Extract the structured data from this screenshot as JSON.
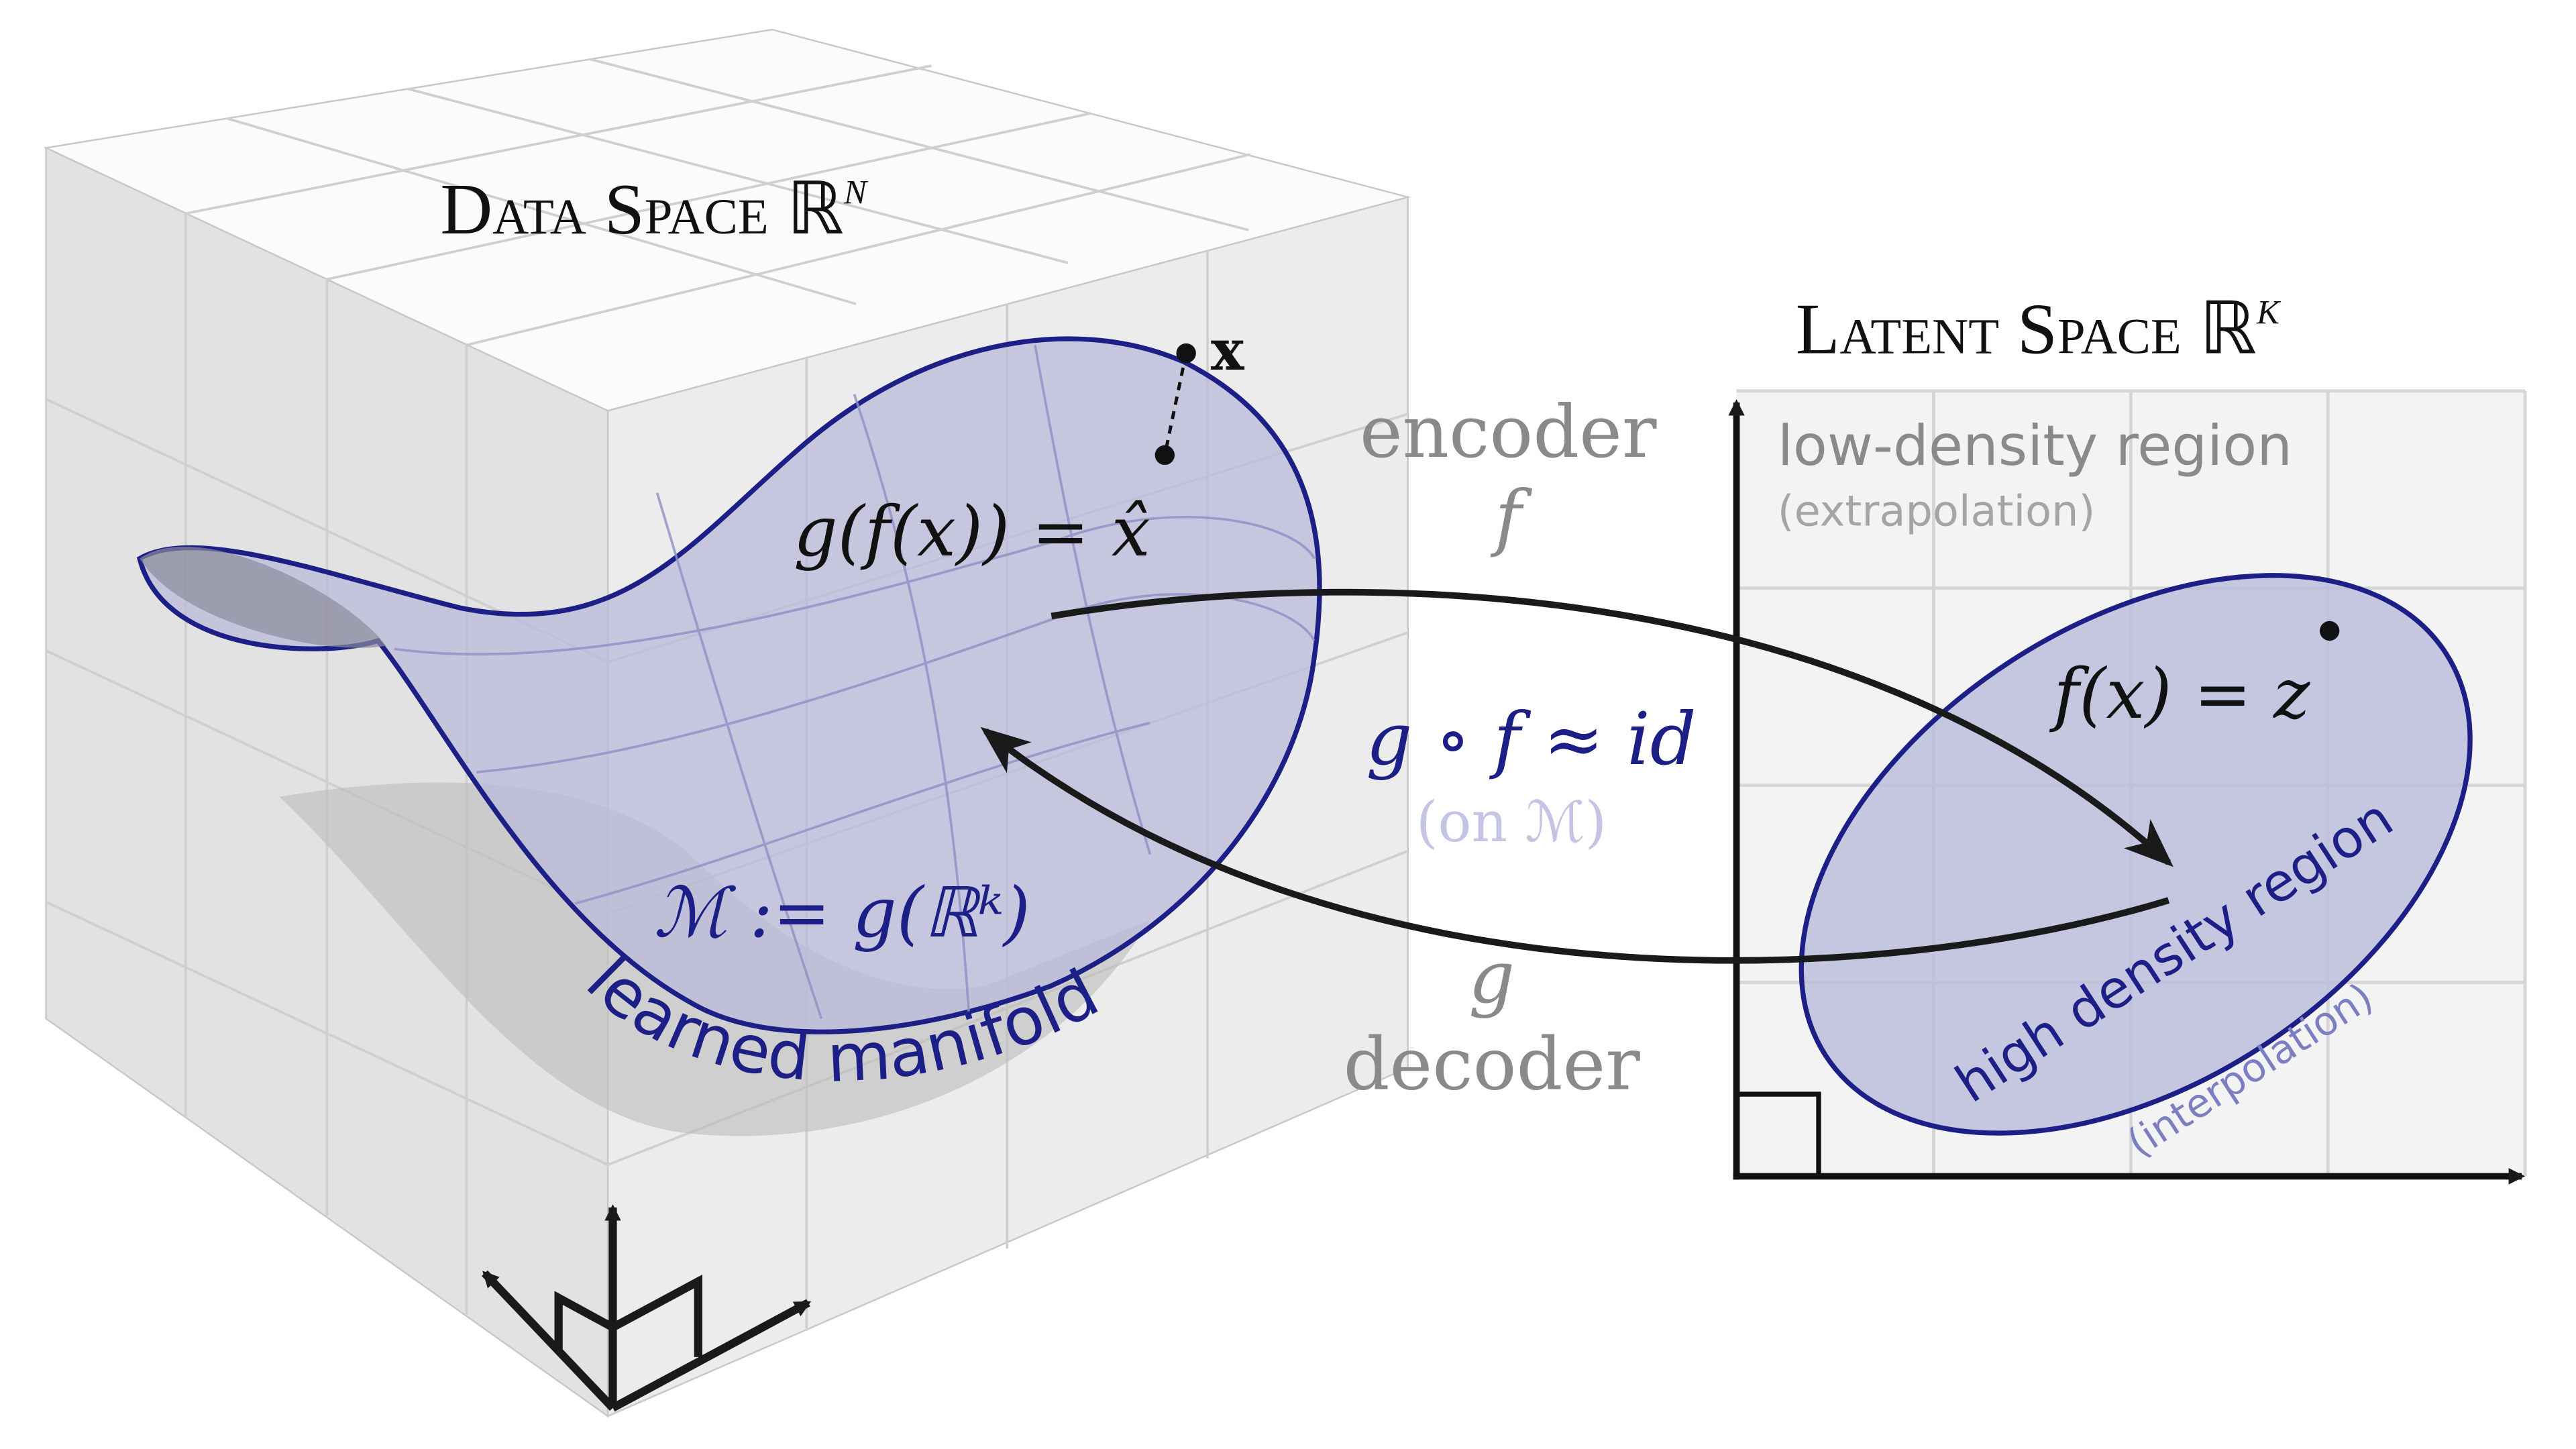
{
  "data_space": {
    "title": "Data Space",
    "symbol": "ℝ",
    "exponent": "n"
  },
  "latent_space": {
    "title": "Latent Space",
    "symbol": "ℝ",
    "exponent": "k"
  },
  "arrows": {
    "encoder_label": "encoder",
    "encoder_symbol": "f",
    "decoder_label": "decoder",
    "decoder_symbol": "g",
    "identity": "g ∘ f ≈ id",
    "identity_note": "(on ℳ)"
  },
  "manifold": {
    "reconstruction": "g(f(x)) = x̂",
    "point_label": "x",
    "definition": "ℳ := g(ℝᵏ)",
    "label": "learned manifold"
  },
  "latent": {
    "low_density": "low-density region",
    "low_density_note": "(extrapolation)",
    "encoding": "f(x) = z",
    "high_density": "high density region",
    "high_density_note": "(interpolation)"
  },
  "colors": {
    "navy": "#1c1f86",
    "manifold_fill": "#b9bbdb",
    "grey_text": "#8a8a8a"
  }
}
